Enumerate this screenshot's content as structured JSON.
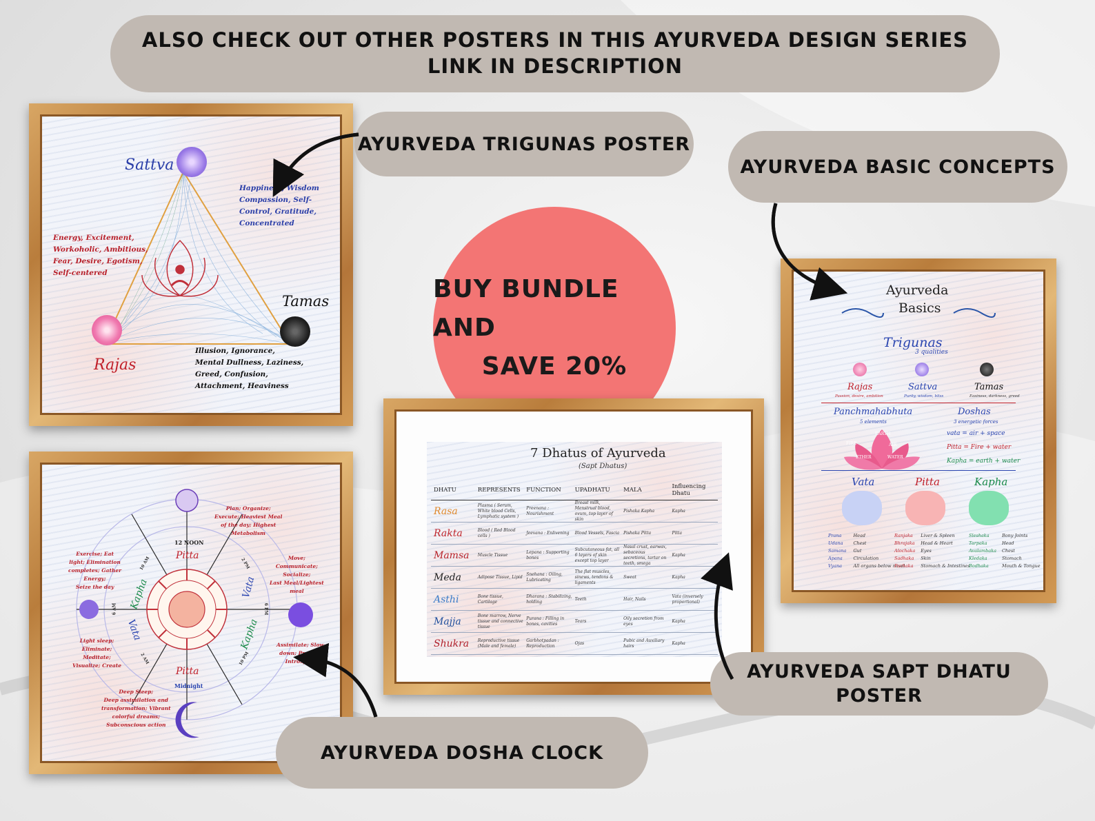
{
  "top_banner": {
    "line1": "ALSO CHECK OUT OTHER POSTERS IN THIS AYURVEDA DESIGN SERIES",
    "line2": "LINK IN DESCRIPTION"
  },
  "labels": {
    "trigunas": "AYURVEDA TRIGUNAS POSTER",
    "basics": "AYURVEDA BASIC  CONCEPTS",
    "sapt_dhatu_line1": "AYURVEDA SAPT DHATU",
    "sapt_dhatu_line2": "POSTER",
    "dosha_clock": "AYURVEDA DOSHA CLOCK"
  },
  "badge": {
    "line1": "BUY BUNDLE AND",
    "line2": "SAVE 20%"
  },
  "trigunas_poster": {
    "sattva": "Sattva",
    "rajas": "Rajas",
    "tamas": "Tamas",
    "sattva_text": [
      "Happiness, Wisdom",
      "Compassion, Self-",
      "Control, Gratitude,",
      "Concentrated"
    ],
    "rajas_text": [
      "Energy, Excitement,",
      "Workoholic, Ambitious,",
      "Fear, Desire, Egotism,",
      "Self-centered"
    ],
    "tamas_text": [
      "Illusion, Ignorance,",
      "Mental Dullness, Laziness,",
      "Greed, Confusion,",
      "Attachment, Heaviness"
    ]
  },
  "dosha_clock_poster": {
    "noon": "12 NOON",
    "midnight": "Midnight",
    "pitta": "Pitta",
    "kapha": "Kapha",
    "vata": "Vata",
    "times": {
      "t10am": "10 AM",
      "t2pm": "2 PM",
      "t6am": "6 AM",
      "t6pm": "6 PM",
      "t2am": "2 AM",
      "t10pm": "10 PM"
    },
    "notes": {
      "top_right": [
        "Plan; Organize;",
        "Execute; Heaviest Meal",
        "of the day; Highest",
        "Metabolism"
      ],
      "left": [
        "Exercise; Eat",
        "light; Elimination",
        "completes; Gather",
        "Energy;",
        "Seize the day"
      ],
      "right": [
        "Move;",
        "Communicate;",
        "Socialize;",
        "Last Meal/Lightest",
        "meal"
      ],
      "lower_left": [
        "Light sleep;",
        "Eliminate;",
        "Meditate;",
        "Visualize; Create"
      ],
      "lower_right": [
        "Assimilate; Slow",
        "down; Prepare",
        "Introspect"
      ],
      "bottom": [
        "Deep Sleep;",
        "Deep assimilation and",
        "transformation; Vibrant",
        "colorful dreams;",
        "Subconscious action"
      ]
    }
  },
  "dhatu_poster": {
    "title": "7 Dhatus of Ayurveda",
    "subtitle": "(Sapt Dhatus)",
    "headers": [
      "DHATU",
      "REPRESENTS",
      "FUNCTION",
      "UPADHATU",
      "MALA",
      "Influencing Dhatu"
    ],
    "rows": [
      {
        "name": "Rasa",
        "color": "#e08a2e",
        "cells": [
          "Plasma ( Serum, White blood Cells, Lymphatic system )",
          "Preenana : Nourishment",
          "Breast milk, Menstrual blood, ovum, top layer of skin",
          "Pishaka Kapha",
          "Kapha"
        ]
      },
      {
        "name": "Rakta",
        "color": "#c0272d",
        "cells": [
          "Blood ( Red Blood cells )",
          "Jeevana : Enlivening",
          "Blood Vessels, Fascia",
          "Pishaka Pitta",
          "Pitta"
        ]
      },
      {
        "name": "Mamsa",
        "color": "#b8232a",
        "cells": [
          "Muscle Tissue",
          "Lepana : Supporting bones",
          "Subcutaneous fat, all 6 layers of skin except top layer",
          "Nasal crust, earwax, sebaceous secretions, tartar on teeth, smega",
          "Kapha"
        ]
      },
      {
        "name": "Meda",
        "color": "#222",
        "cells": [
          "Adipose Tissue, Lipid",
          "Snehana : Oiling, Lubricating",
          "The flat muscles, sinews, tendons & ligaments",
          "Sweat",
          "Kapha"
        ]
      },
      {
        "name": "Asthi",
        "color": "#3a7bc8",
        "cells": [
          "Bone tissue, Cartilage",
          "Dharana : Stabilizing, holding",
          "Teeth",
          "Hair, Nails",
          "Vata (inversely proportional)"
        ]
      },
      {
        "name": "Majja",
        "color": "#1f4e9c",
        "cells": [
          "Bone marrow, Nerve tissue and connective tissue",
          "Purana : Filling in bones, cavities",
          "Tears",
          "Oily secretion from eyes",
          "Kapha"
        ]
      },
      {
        "name": "Shukra",
        "color": "#b01f2a",
        "cells": [
          "Reproductive tissue (Male and female)",
          "Garbhotpadan : Reproduction",
          "Ojas",
          "Pubic and Auxiliary hairs",
          "Kapha"
        ]
      }
    ]
  },
  "basics_poster": {
    "title1": "Ayurveda",
    "title2": "Basics",
    "trigunas": "Trigunas",
    "trigunas_sub": "3 qualities",
    "rajas": "Rajas",
    "rajas_sub": "Passion, desire, ambition",
    "sattva": "Sattva",
    "sattva_sub": "Purity, wisdom, bliss",
    "tamas": "Tamas",
    "tamas_sub": "Easiness, darkness, greed",
    "panch": "Panchmahabhuta",
    "panch_sub": "5 elements",
    "doshas": "Doshas",
    "doshas_sub": "3 energetic forces",
    "d1": "vata = air + space",
    "d2": "Pitta = Fire + water",
    "d3": "Kapha = earth + water",
    "elements": [
      "FIRE",
      "EARTH",
      "AIR",
      "ETHER",
      "WATER"
    ],
    "vata": "Vata",
    "pitta": "Pitta",
    "kapha": "Kapha",
    "vata_cols": [
      [
        "Prana",
        "Udana",
        "Samana",
        "Apana",
        "Vyana"
      ],
      [
        "Head",
        "Chest",
        "Gut",
        "Circulation",
        "All organs below navel"
      ]
    ],
    "pitta_cols": [
      [
        "Ranjaka",
        "Bhrajaka",
        "Alochaka",
        "Sadhaka",
        "Pachaka"
      ],
      [
        "Liver & Spleen",
        "Head & Heart",
        "Eyes",
        "Skin",
        "Stomach & Intestines"
      ]
    ],
    "kapha_cols": [
      [
        "Sleshaka",
        "Tarpaka",
        "Avalambaka",
        "Kledaka",
        "Bodhaka"
      ],
      [
        "Bony Joints",
        "Head",
        "Chest",
        "Stomach",
        "Mouth & Tongue"
      ]
    ]
  },
  "colors": {
    "pill": "#c1b9b2",
    "badge": "#f37574",
    "frame": "#c48a48",
    "arrow": "#111111"
  }
}
